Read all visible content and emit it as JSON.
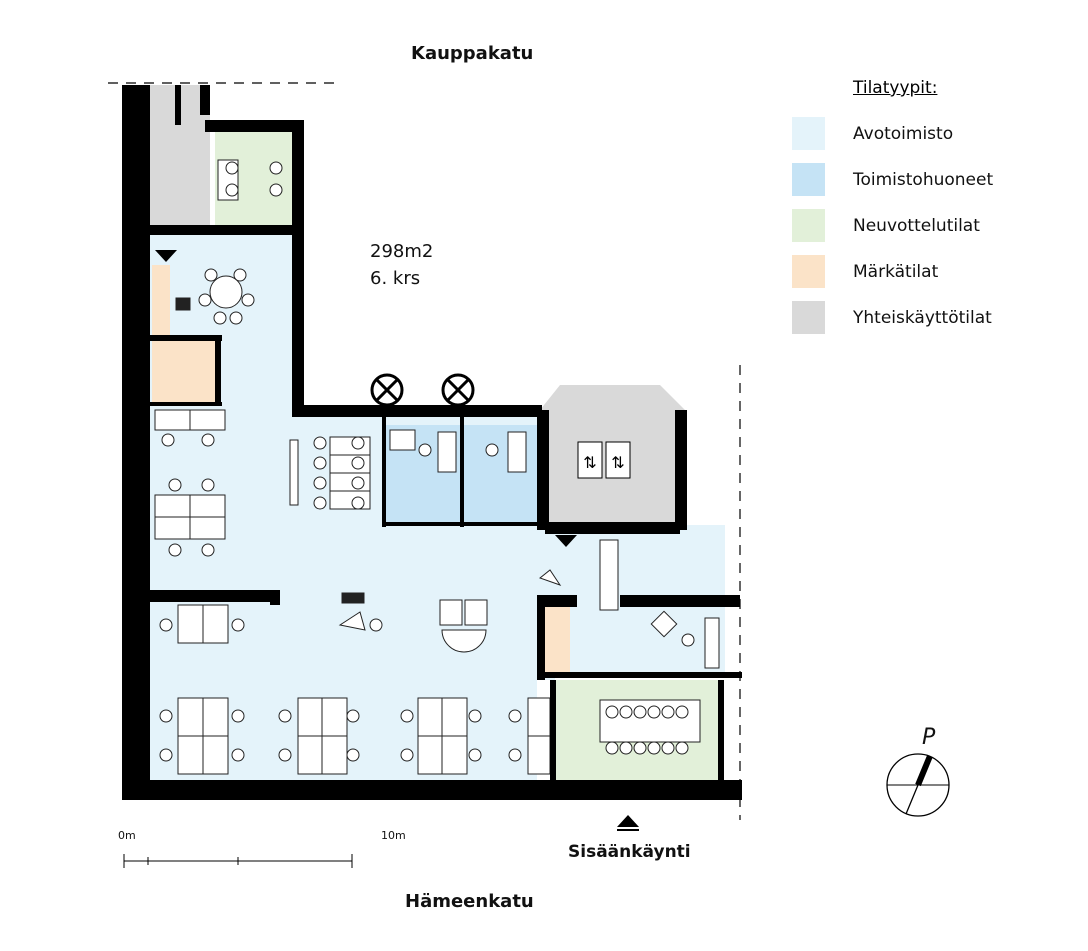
{
  "streets": {
    "top": "Kauppakatu",
    "bottom": "Hämeenkatu"
  },
  "floor_info": {
    "area": "298m2",
    "floor": "6. krs"
  },
  "entrance": {
    "label": "Sisäänkäynti"
  },
  "scale_bar": {
    "start": "0m",
    "end": "10m"
  },
  "compass": {
    "label": "P"
  },
  "legend": {
    "title": "Tilatyypit:",
    "items": [
      {
        "label": "Avotoimisto",
        "color": "#e4f3fa"
      },
      {
        "label": "Toimistohuoneet",
        "color": "#c5e3f5"
      },
      {
        "label": "Neuvottelutilat",
        "color": "#e2f0d9"
      },
      {
        "label": "Märkätilat",
        "color": "#fbe3c8"
      },
      {
        "label": "Yhteiskäyttötilat",
        "color": "#d9d9d9"
      }
    ]
  }
}
